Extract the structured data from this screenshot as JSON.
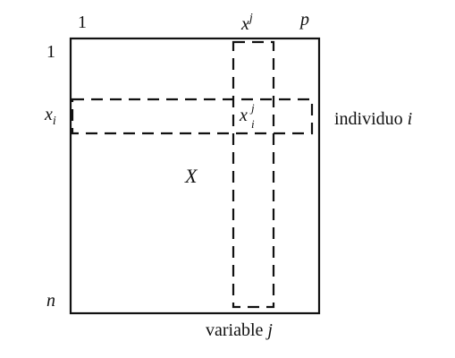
{
  "labels": {
    "col_first": "1",
    "col_j_base": "x",
    "col_j_sup": "j",
    "col_last": "p",
    "row_first": "1",
    "row_i_base": "x",
    "row_i_sub": "i",
    "row_last": "n",
    "cell_base": "x",
    "cell_sup": "j",
    "cell_sub": "i",
    "matrix_name": "X",
    "individual_text": "individuo",
    "individual_var": "i",
    "variable_text": "variable",
    "variable_var": "j"
  }
}
